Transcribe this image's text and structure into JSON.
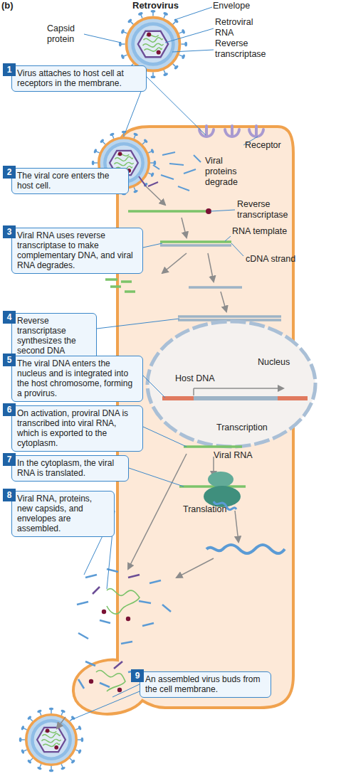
{
  "diagram": {
    "title": "Retrovirus",
    "nodes": [
      {
        "text": [
          "1",
          "Virus attaches to host cell at receptors in the membrane."
        ]
      },
      {
        "text": [
          "2",
          "The viral core enters the host cell."
        ]
      },
      {
        "text": [
          "3",
          "Viral RNA uses reverse transcriptase to make complementary DNA, and viral RNA degrades."
        ]
      },
      {
        "text": [
          "4",
          "Reverse transcriptase synthesizes the second DNA strand."
        ]
      },
      {
        "text": [
          "5",
          "The viral DNA enters the nucleus and is integrated into the host chromosome, forming a provirus."
        ]
      },
      {
        "text": [
          "6",
          "On activation, proviral DNA is transcribed into viral RNA, which is exported to the cytoplasm."
        ]
      },
      {
        "text": [
          "7",
          "In the cytoplasm, the viral RNA is translated."
        ]
      },
      {
        "text": [
          "8",
          "Viral RNA, proteins, new capsids, and envelopes are assembled."
        ]
      },
      {
        "text": [
          "9",
          "An assembled virus buds from the cell membrane."
        ]
      }
    ],
    "labels": [
      "(b)",
      "Envelope",
      "Capsid protein",
      "Retroviral RNA",
      "Reverse transcriptase",
      "Receptor",
      "Viral proteins degrade",
      "Reverse transcriptase",
      "RNA template",
      "cDNA strand",
      "Nucleus",
      "Host DNA",
      "Transcription",
      "Viral RNA",
      "Translation"
    ]
  }
}
